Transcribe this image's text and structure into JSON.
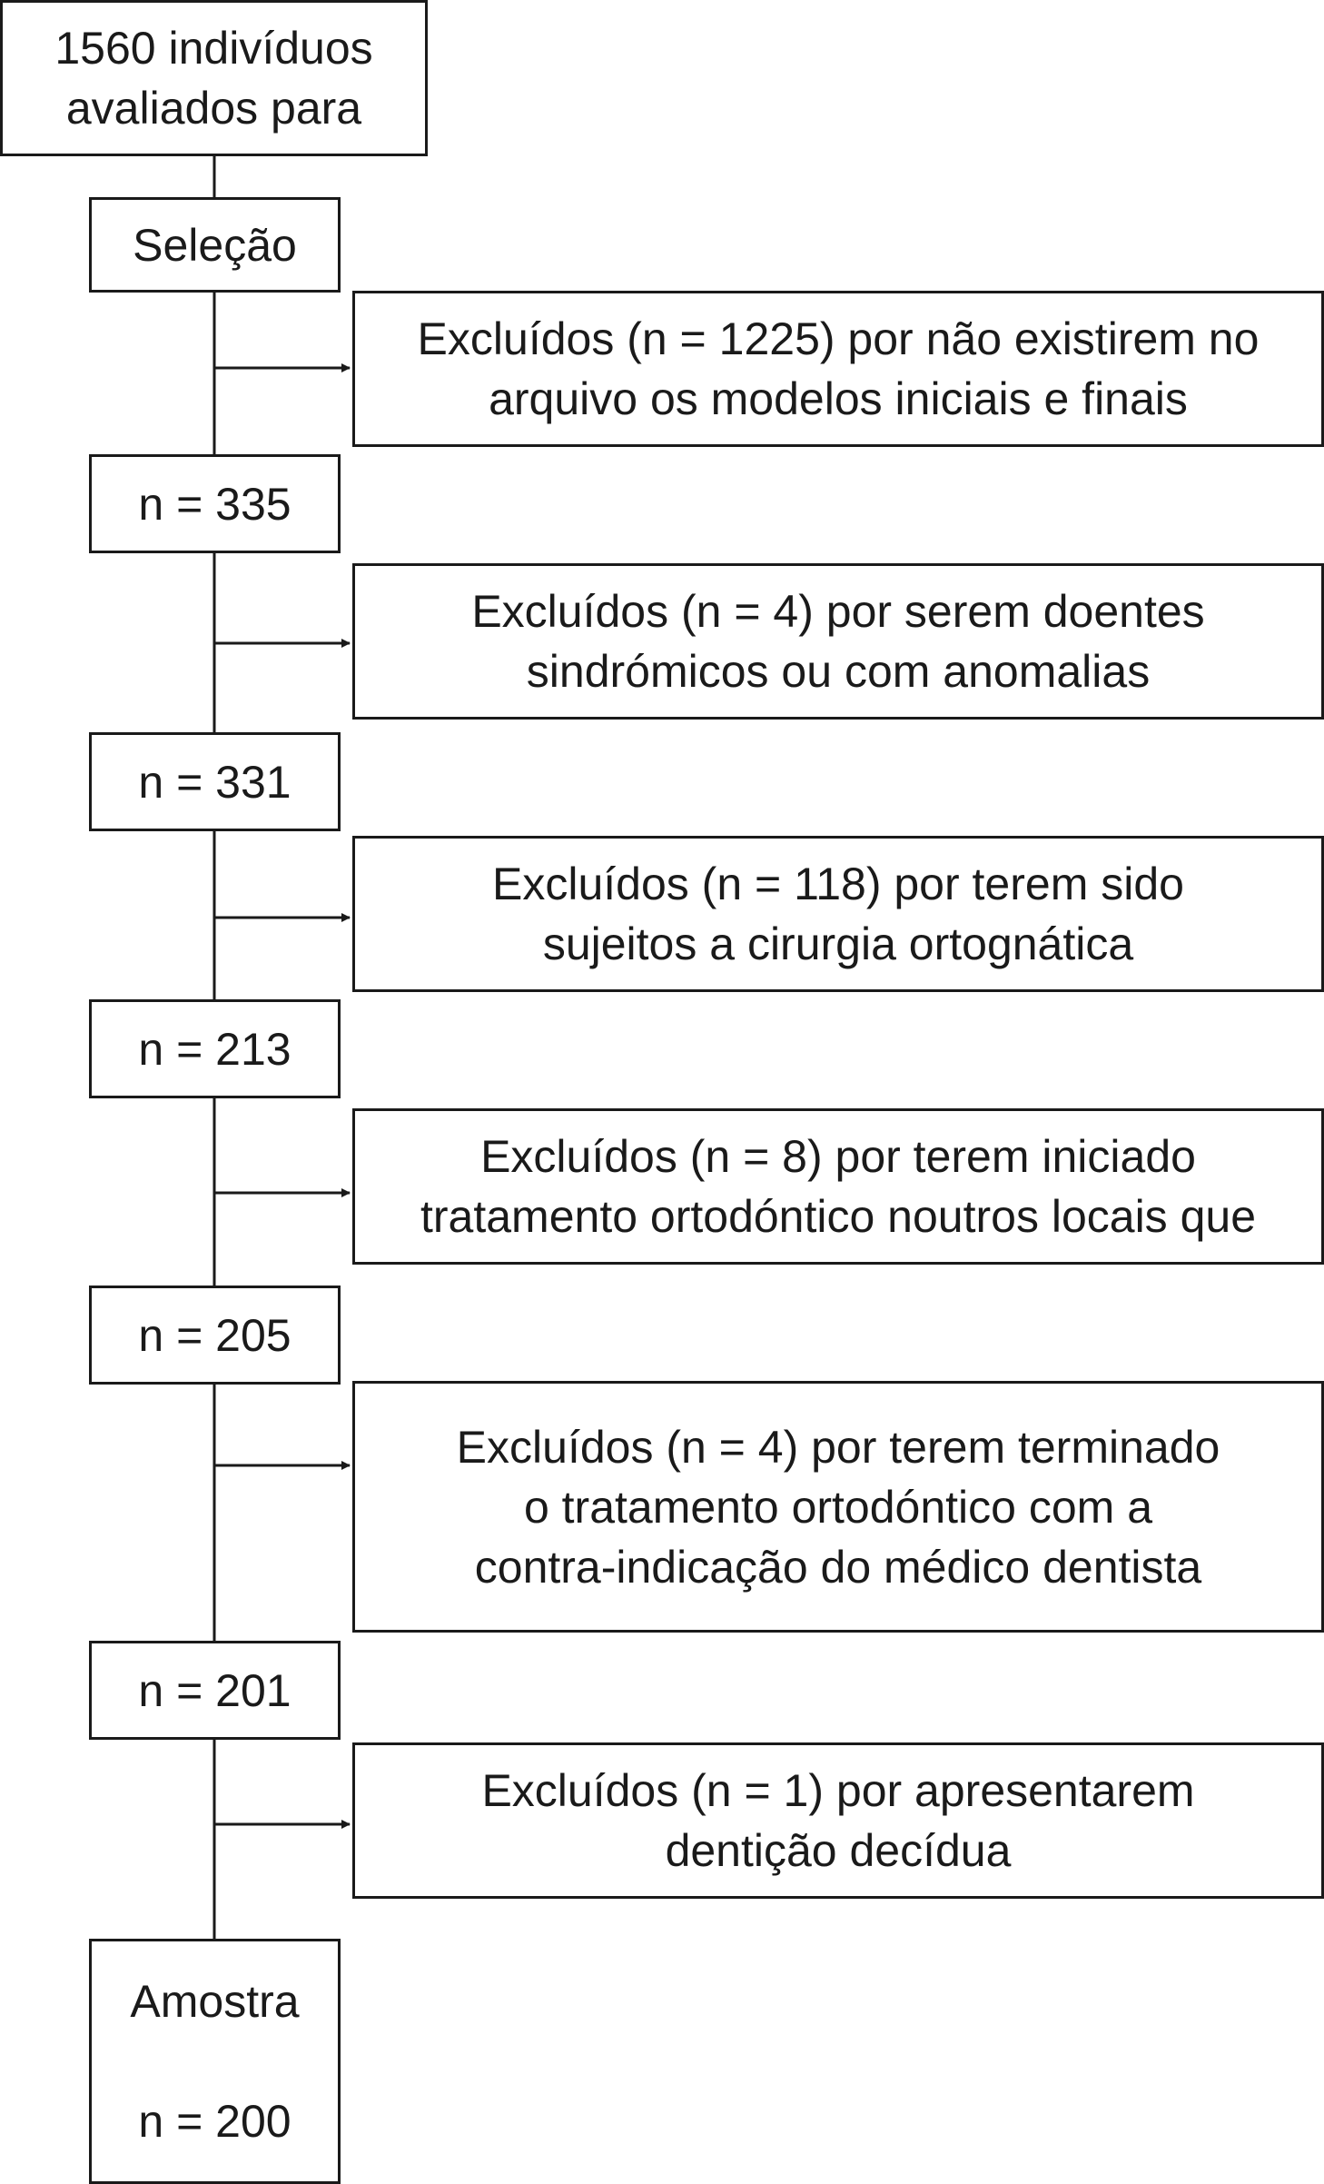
{
  "start": {
    "lines": [
      "1560 indivíduos",
      "avaliados para"
    ]
  },
  "selection": {
    "label": "Seleção"
  },
  "stages": [
    {
      "label": "n = 335"
    },
    {
      "label": "n = 331"
    },
    {
      "label": "n = 213"
    },
    {
      "label": "n = 205"
    },
    {
      "label": "n = 201"
    }
  ],
  "exclusions": [
    {
      "lines": [
        "Excluídos (n = 1225) por não existirem no",
        "arquivo os modelos iniciais e finais"
      ]
    },
    {
      "lines": [
        "Excluídos (n = 4) por serem doentes",
        "sindrómicos ou com anomalias"
      ]
    },
    {
      "lines": [
        "Excluídos (n = 118) por terem sido",
        "sujeitos a cirurgia ortognática"
      ]
    },
    {
      "lines": [
        "Excluídos (n = 8) por terem iniciado",
        "tratamento ortodóntico noutros locais que"
      ]
    },
    {
      "lines": [
        "Excluídos (n = 4) por terem terminado",
        "o tratamento ortodóntico com a",
        "contra-indicação do médico dentista"
      ]
    },
    {
      "lines": [
        "Excluídos (n = 1) por apresentarem",
        "dentição decídua"
      ]
    }
  ],
  "sample": {
    "title": "Amostra",
    "n": "n = 200"
  }
}
